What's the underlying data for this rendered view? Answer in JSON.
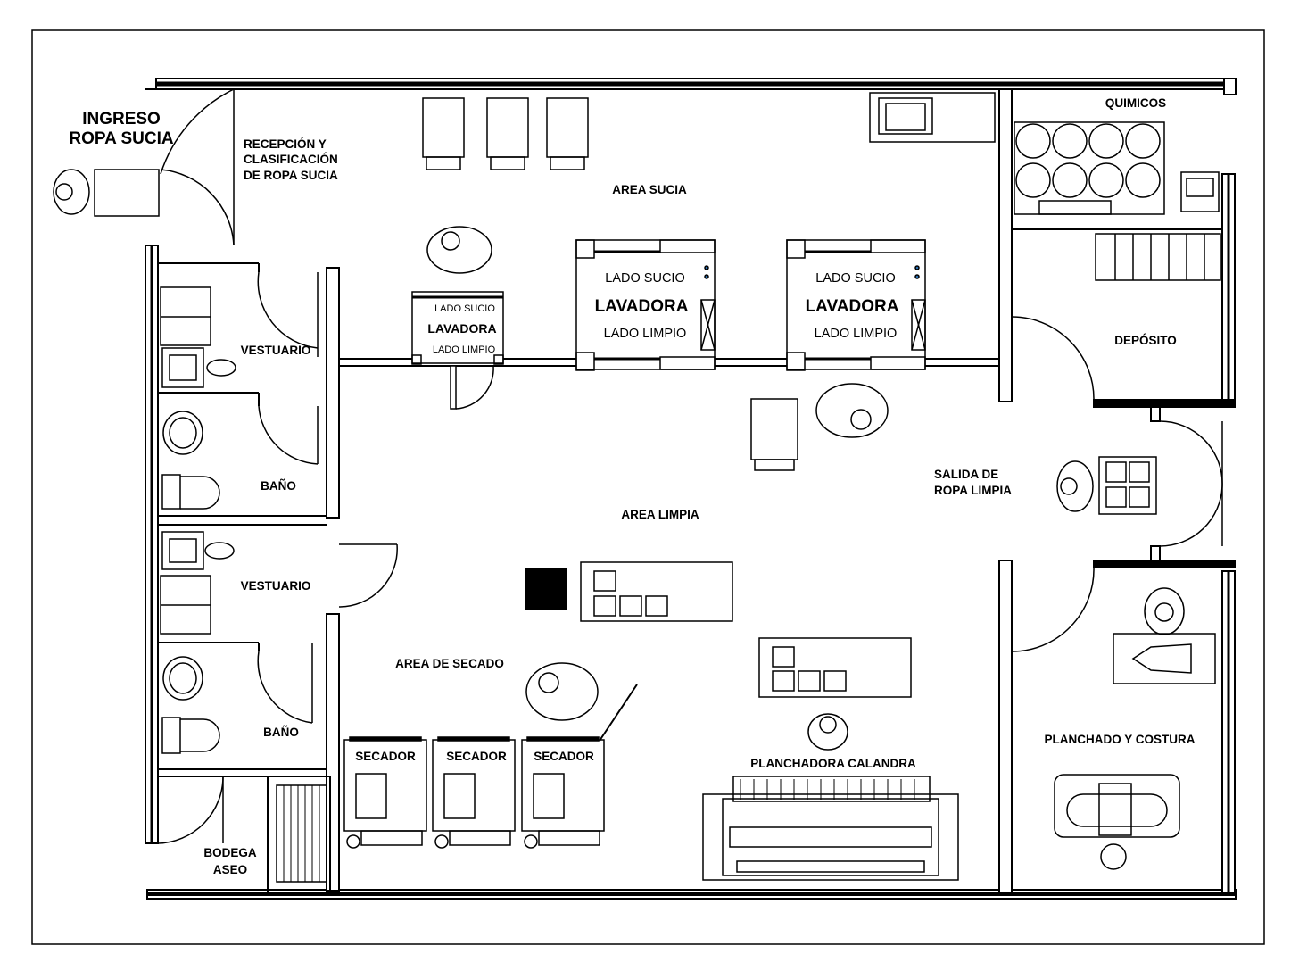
{
  "rooms": {
    "ingreso_line1": "INGRESO",
    "ingreso_line2": "ROPA SUCIA",
    "recepcion_line1": "RECEPCIÓN Y",
    "recepcion_line2": "CLASIFICACIÓN",
    "recepcion_line3": "DE ROPA SUCIA",
    "area_sucia": "AREA SUCIA",
    "area_limpia": "AREA LIMPIA",
    "area_secado": "AREA DE SECADO",
    "quimicos": "QUIMICOS",
    "deposito": "DEPÓSITO",
    "salida_line1": "SALIDA DE",
    "salida_line2": "ROPA LIMPIA",
    "planchado": "PLANCHADO Y COSTURA",
    "vestuario_top": "VESTUARIO",
    "bano_top": "BAÑO",
    "vestuario_bottom": "VESTUARIO",
    "bano_bottom": "BAÑO",
    "bodega_line1": "BODEGA",
    "bodega_line2": "ASEO"
  },
  "equipment": {
    "washer_small": {
      "dirty": "LADO SUCIO",
      "name": "LAVADORA",
      "clean": "LADO LIMPIO"
    },
    "washer_mid": {
      "dirty": "LADO SUCIO",
      "name": "LAVADORA",
      "clean": "LADO LIMPIO"
    },
    "washer_right": {
      "dirty": "LADO SUCIO",
      "name": "LAVADORA",
      "clean": "LADO LIMPIO"
    },
    "dryer_1": "SECADOR",
    "dryer_2": "SECADOR",
    "dryer_3": "SECADOR",
    "calandra": "PLANCHADORA CALANDRA"
  }
}
